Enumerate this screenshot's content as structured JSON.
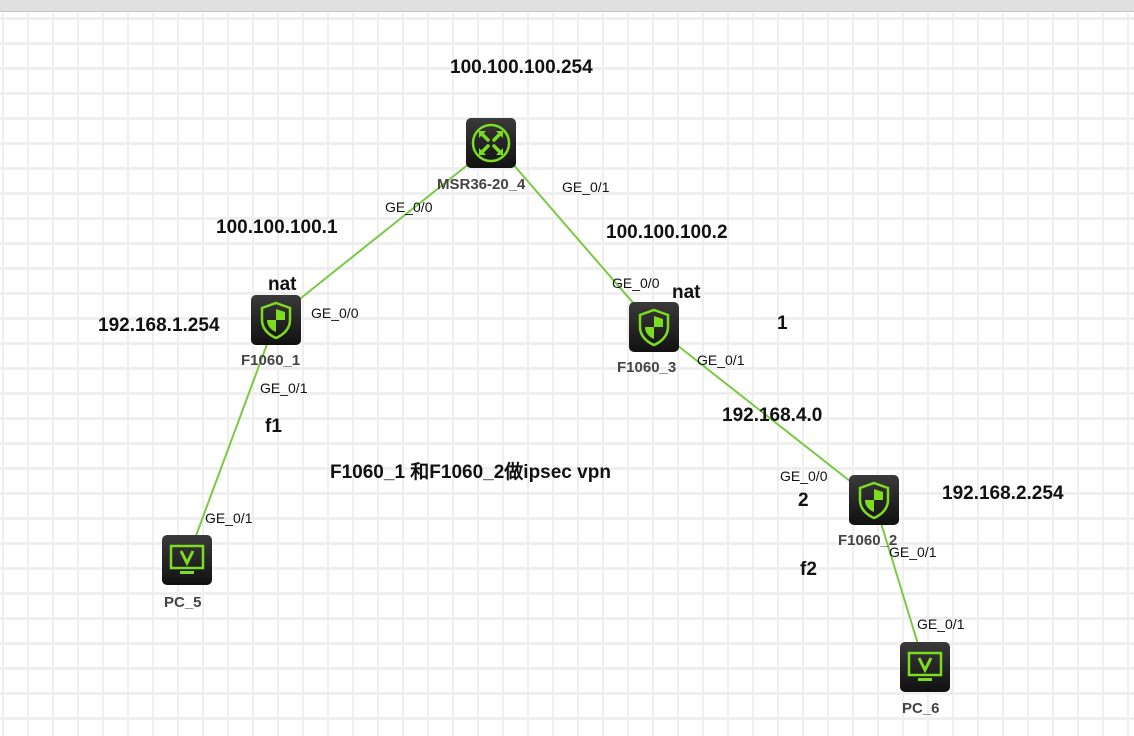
{
  "devices": {
    "router": {
      "name": "MSR36-20_4",
      "icon": "router-icon"
    },
    "fw1": {
      "name": "F1060_1",
      "icon": "firewall-icon"
    },
    "fw3": {
      "name": "F1060_3",
      "icon": "firewall-icon"
    },
    "fw2": {
      "name": "F1060_2",
      "icon": "firewall-icon"
    },
    "pc5": {
      "name": "PC_5",
      "icon": "pc-icon"
    },
    "pc6": {
      "name": "PC_6",
      "icon": "pc-icon"
    }
  },
  "ports": {
    "r_ge00": "GE_0/0",
    "r_ge01": "GE_0/1",
    "fw1_ge00": "GE_0/0",
    "fw1_ge01": "GE_0/1",
    "fw3_ge00": "GE_0/0",
    "fw3_ge01": "GE_0/1",
    "fw2_ge00": "GE_0/0",
    "fw2_ge01": "GE_0/1",
    "pc5_ge01": "GE_0/1",
    "pc6_ge01": "GE_0/1"
  },
  "notes": {
    "r_ip": "100.100.100.254",
    "fw1_wan": "100.100.100.1",
    "fw3_wan": "100.100.100.2",
    "nat1": "nat",
    "nat3": "nat",
    "fw1_lan": "192.168.1.254",
    "one": "1",
    "f1": "f1",
    "mid": "F1060_1 和F1060_2做ipsec vpn",
    "net4": "192.168.4.0",
    "two": "2",
    "fw2_lan": "192.168.2.254",
    "f2": "f2"
  },
  "colors": {
    "link": "#7ac943",
    "icon": "#7ddc1f"
  }
}
